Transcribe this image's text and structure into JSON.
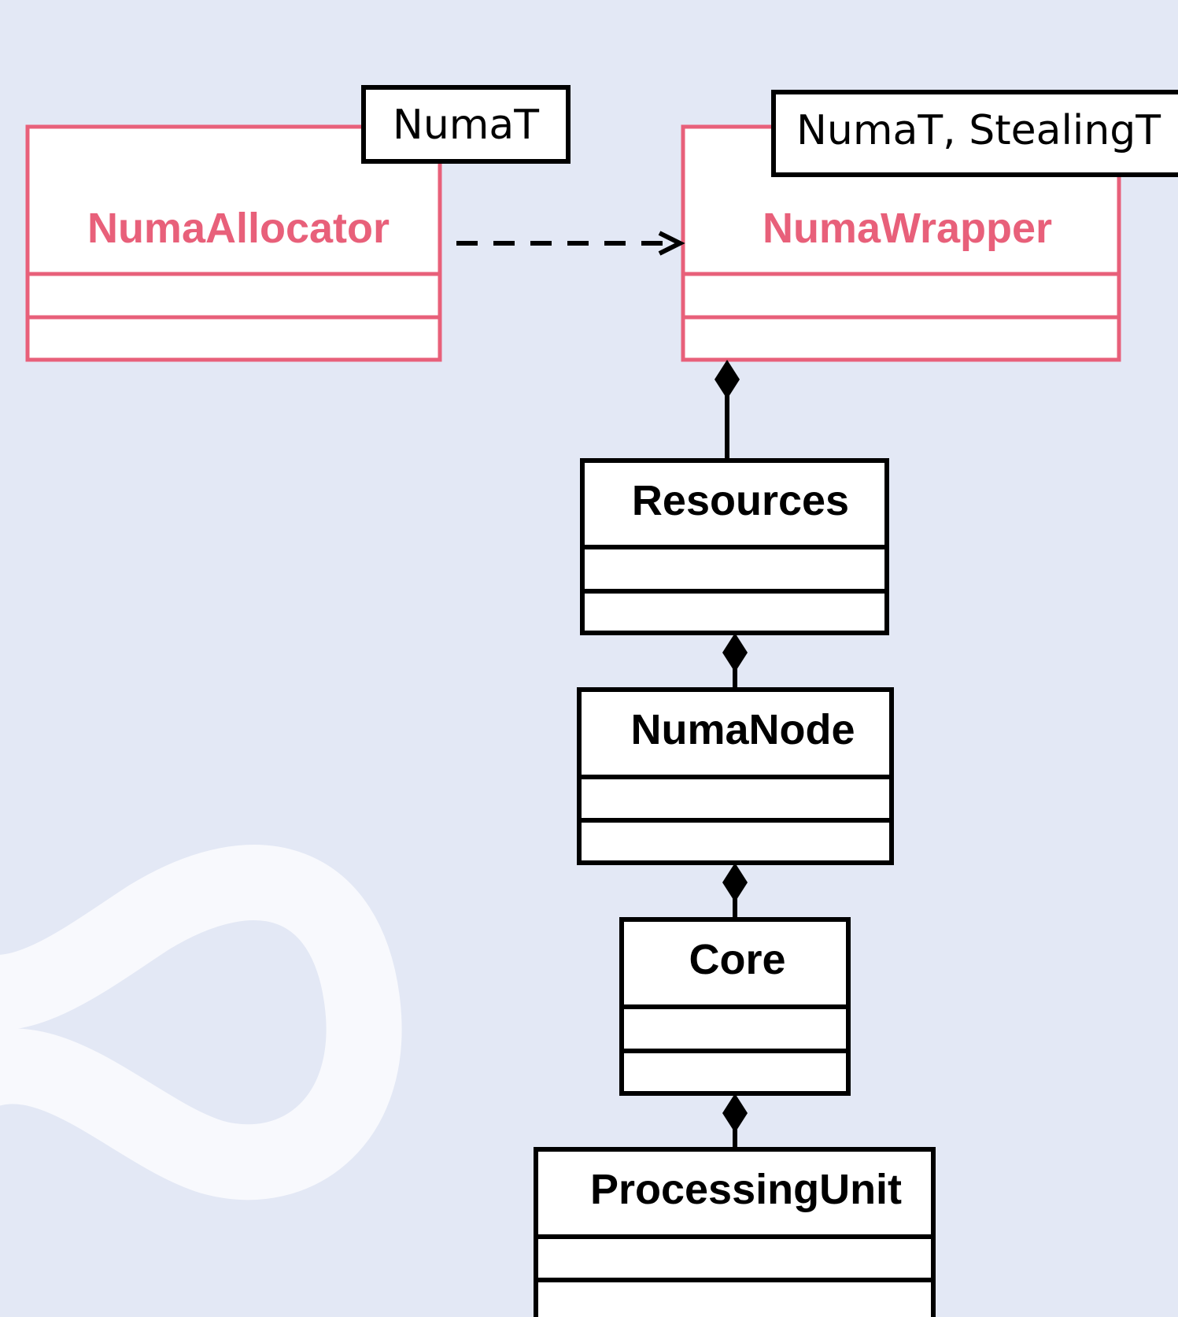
{
  "colors": {
    "background": "#e3e8f5",
    "highlight": "#e8607a",
    "outline": "#000000",
    "box_fill": "#ffffff",
    "watermark": "#ffffff"
  },
  "watermark": {
    "icon": "infinity-symbol"
  },
  "classes": [
    {
      "id": "numa-allocator",
      "name": "NumaAllocator",
      "template": "NumaT",
      "highlighted": true
    },
    {
      "id": "numa-wrapper",
      "name": "NumaWrapper",
      "template": "NumaT, StealingT",
      "highlighted": true
    },
    {
      "id": "resources",
      "name": "Resources",
      "highlighted": false
    },
    {
      "id": "numa-node",
      "name": "NumaNode",
      "highlighted": false
    },
    {
      "id": "core",
      "name": "Core",
      "highlighted": false
    },
    {
      "id": "processing-unit",
      "name": "ProcessingUnit",
      "highlighted": false
    }
  ],
  "relations": [
    {
      "type": "dependency",
      "from": "NumaAllocator",
      "to": "NumaWrapper"
    },
    {
      "type": "composition",
      "whole": "NumaWrapper",
      "part": "Resources"
    },
    {
      "type": "composition",
      "whole": "Resources",
      "part": "NumaNode"
    },
    {
      "type": "composition",
      "whole": "NumaNode",
      "part": "Core"
    },
    {
      "type": "composition",
      "whole": "Core",
      "part": "ProcessingUnit"
    }
  ]
}
